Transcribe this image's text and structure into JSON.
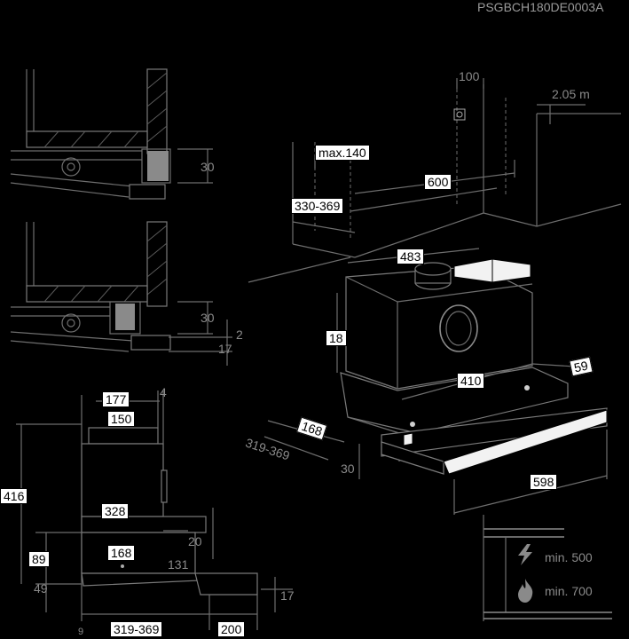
{
  "drawing_code": "PSGBCH180DE0003A",
  "dimensions": {
    "d100": "100",
    "d205": "2.05 m",
    "max140": "max.140",
    "d600": "600",
    "d330_369": "330-369",
    "d483": "483",
    "d18": "18",
    "d410": "410",
    "d59": "59",
    "d168_top": "168",
    "d319_369_top": "319-369",
    "d30_top": "30",
    "d598": "598",
    "d30_a": "30",
    "d30_b": "30",
    "d2": "2",
    "d17_mid": "17",
    "d177": "177",
    "d4": "4",
    "d150": "150",
    "d416": "416",
    "d328": "328",
    "d89": "89",
    "d168_bot": "168",
    "d20": "20",
    "d131": "131",
    "d49": "49",
    "d17_bot": "17",
    "d9": "9",
    "d319_369_bot": "319-369",
    "d200": "200",
    "min500": "min. 500",
    "min700": "min. 700"
  }
}
